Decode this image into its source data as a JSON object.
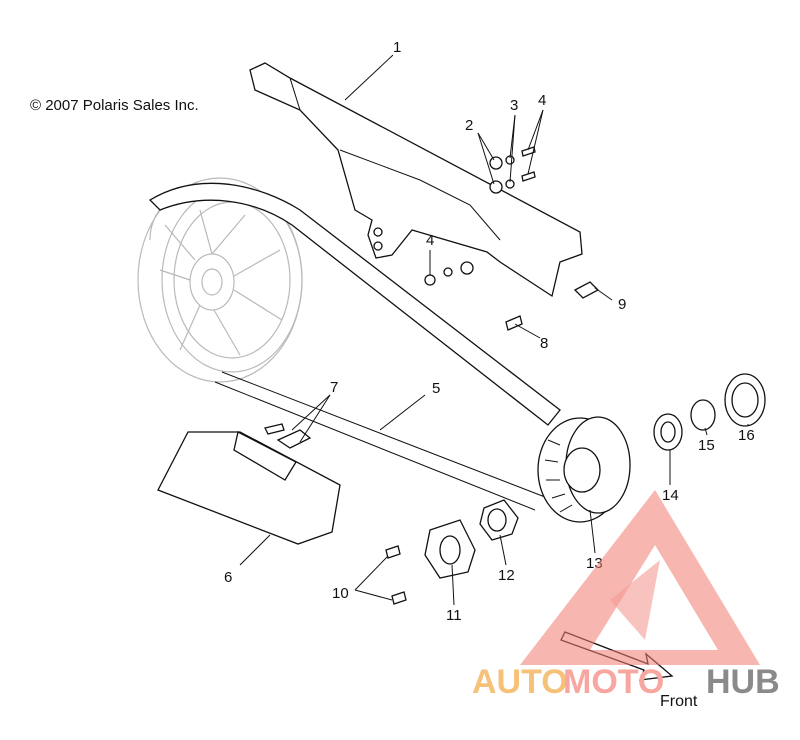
{
  "copyright": "© 2007 Polaris Sales Inc.",
  "direction_label": "Front",
  "watermark": {
    "part1": "AUTO",
    "part2": "MOTO",
    "part3": "HUB",
    "color1": "#f6c27a",
    "color2": "#f7a6a0",
    "color3": "#8a8a8a",
    "logo_color": "#f07c70"
  },
  "callouts": [
    "1",
    "2",
    "3",
    "4",
    "4",
    "5",
    "6",
    "7",
    "8",
    "9",
    "10",
    "11",
    "12",
    "13",
    "14",
    "15",
    "16"
  ]
}
